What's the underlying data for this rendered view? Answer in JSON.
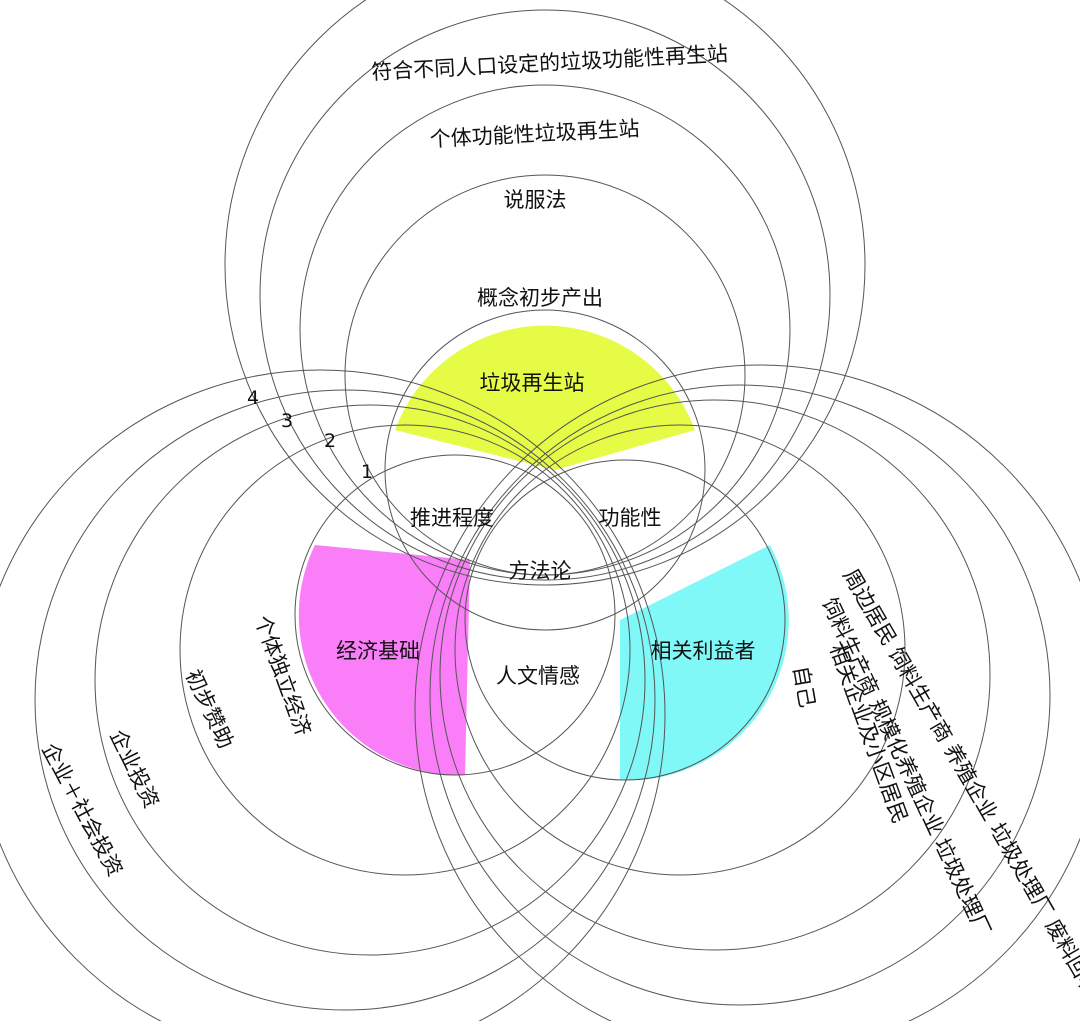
{
  "colors": {
    "top_lobe": "#e6fb45",
    "left_lobe": "#fb7ef9",
    "right_lobe": "#7ff8f7",
    "ring_stroke": "#555555",
    "background": "#ffffff"
  },
  "center": {
    "core": "方法论",
    "top": "垃圾再生站",
    "left": "经济基础",
    "right": "相关利益者",
    "upper_left": "推进程度",
    "upper_right": "功能性",
    "bottom": "人文情感"
  },
  "ring_numbers": [
    "1",
    "2",
    "3",
    "4"
  ],
  "top_rings": [
    "概念初步产出",
    "说服法",
    "个体功能性垃圾再生站",
    "符合不同人口设定的垃圾功能性再生站"
  ],
  "left_rings": [
    "个体独立经济",
    "初步赞助",
    "企业投资",
    "企业＋社会投资"
  ],
  "right_rings": [
    "自己",
    "相关企业及小区居民",
    "饲料生产商 规模化养殖企业 垃圾处理厂",
    "周边居民 饲料生产商 养殖企业 垃圾处理厂 废料回收场"
  ]
}
